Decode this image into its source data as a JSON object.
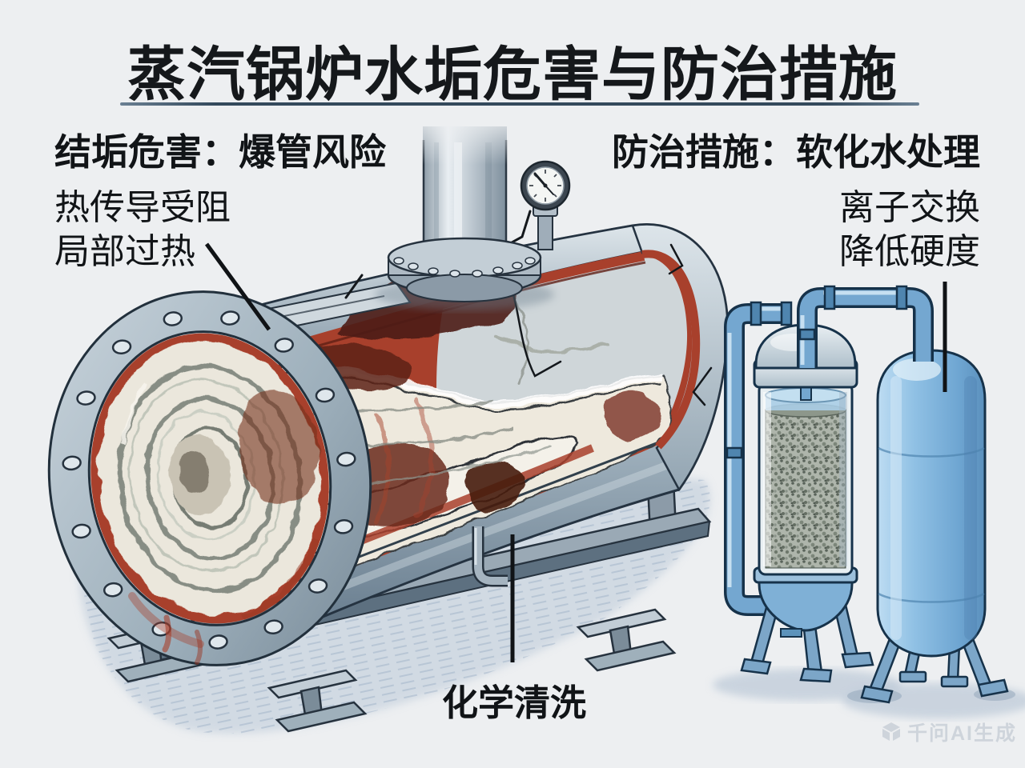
{
  "title": {
    "text": "蒸汽锅炉水垢危害与防治措施"
  },
  "callouts": {
    "hazard": {
      "heading": "结垢危害：爆管风险",
      "line1": "热传导受阻",
      "line2": "局部过热"
    },
    "prevention": {
      "heading": "防治措施：软化水处理",
      "line1": "离子交换",
      "line2": "降低硬度"
    },
    "cleaning": {
      "label": "化学清洗"
    }
  },
  "watermark": {
    "text": "千问AI生成",
    "icon": "qwen-logo-icon"
  },
  "palette": {
    "background": "#edeff1",
    "frame_border": "#2e4052",
    "title_text": "#15181b",
    "label_text": "#111417",
    "annotation_line": "#101316",
    "boiler_metal_light": "#cdd8e0",
    "boiler_metal_dark": "#63788a",
    "scale_white": "#efece2",
    "overheat_red": "#a8402c",
    "burnt_deposit": "#4e1e15",
    "pipe_blue": "#74a7d0",
    "tank_blue": "#8fc0e4",
    "resin_gray": "#6f7a6e",
    "shadow_blue": "#b7c6d6",
    "watermark_text": "#cdd3da"
  }
}
